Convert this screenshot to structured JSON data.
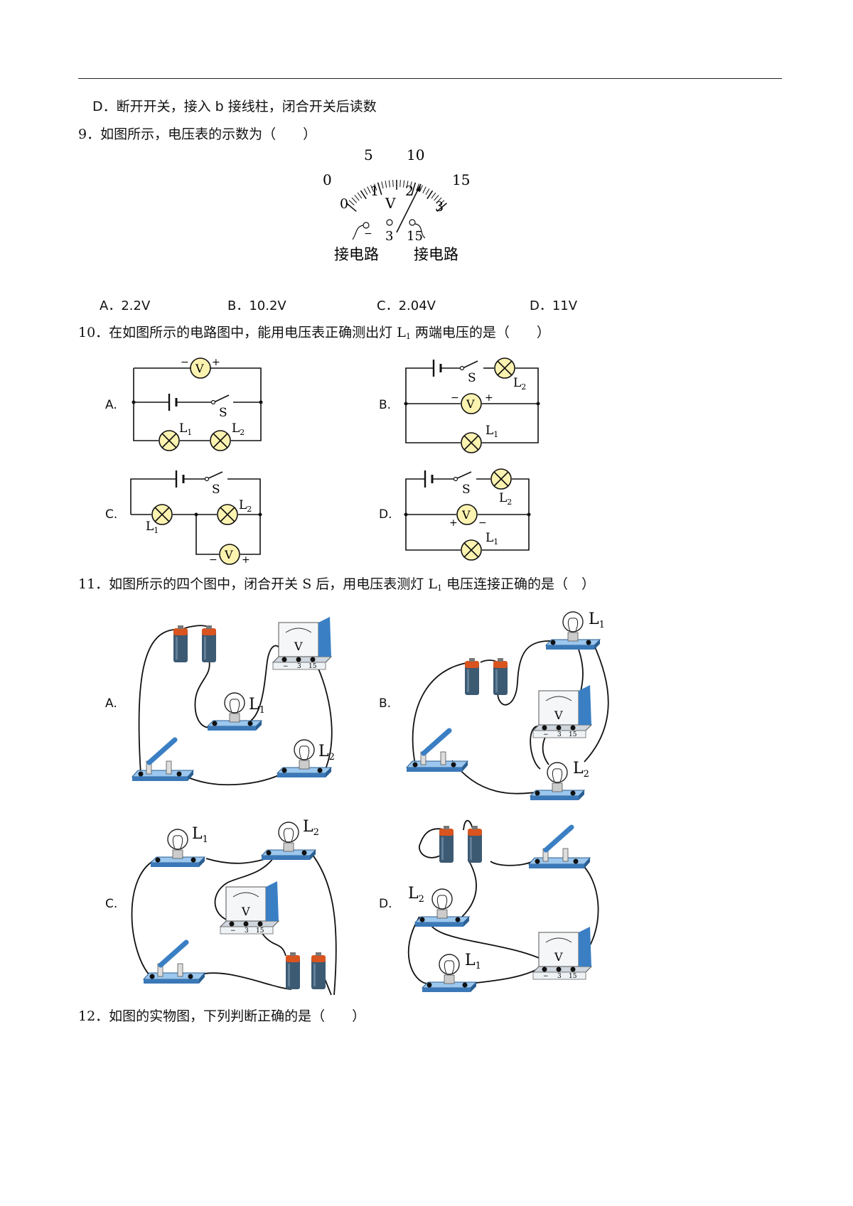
{
  "q8": {
    "option_d": "D．断开开关，接入 b 接线柱，闭合开关后读数"
  },
  "q9": {
    "stem": "9．如图所示，电压表的示数为（　　）",
    "scale_top": [
      "0",
      "5",
      "10",
      "15"
    ],
    "scale_bottom": [
      "0",
      "1",
      "2",
      "3"
    ],
    "meter_symbol": "V",
    "terminals": [
      "−",
      "3",
      "15"
    ],
    "left_caption": "接电路",
    "right_caption": "接电路",
    "options": [
      "A．2.2V",
      "B．10.2V",
      "C．2.04V",
      "D．11V"
    ]
  },
  "q10": {
    "stem_a": "10．在如图所示的电路图中，能用电压表正确测出灯 L",
    "stem_sub": "1",
    "stem_b": " 两端电压的是（　　）",
    "labels": [
      "A.",
      "B.",
      "C.",
      "D."
    ],
    "switch": "S",
    "lamp1": "L",
    "lamp2": "L",
    "sub1": "1",
    "sub2": "2",
    "meter": "V",
    "plus": "+",
    "minus": "−"
  },
  "q11": {
    "stem_a": "11．如图所示的四个图中，闭合开关 S 后，用电压表测灯 L",
    "stem_sub": "1",
    "stem_b": " 电压连接正确的是（　）",
    "labels": [
      "A.",
      "B.",
      "C.",
      "D."
    ],
    "lamp": "L",
    "sub1": "1",
    "sub2": "2",
    "meter": "V",
    "terminals": [
      "−",
      "3",
      "15"
    ]
  },
  "q12": {
    "stem": "12．如图的实物图，下列判断正确的是（　　）"
  },
  "colors": {
    "lamp_fill": "#fdf3b0",
    "battery_body": "#3d5a73",
    "battery_cap": "#d9541e",
    "board": "#5b9bd5",
    "meter_body": "#3a7fc4"
  }
}
